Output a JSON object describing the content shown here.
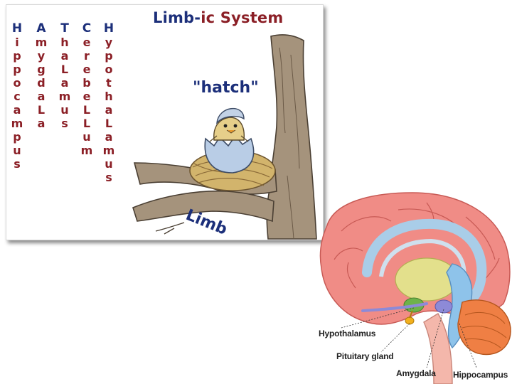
{
  "mnemonic": {
    "title_prefix": "Limb-",
    "title_suffix": "ic System",
    "hatch_label": "\"hatch\"",
    "limb_label": "Limb",
    "columns": [
      {
        "first": "H",
        "rest": [
          "i",
          "p",
          "p",
          "o",
          "c",
          "a",
          "m",
          "p",
          "u",
          "s"
        ]
      },
      {
        "first": "A",
        "rest": [
          "m",
          "y",
          "g",
          "d",
          "a",
          "L",
          "a"
        ]
      },
      {
        "first": "T",
        "rest": [
          "h",
          "a",
          "L",
          "a",
          "m",
          "u",
          "s"
        ]
      },
      {
        "first": "C",
        "rest": [
          "e",
          "r",
          "e",
          "b",
          "e",
          "L",
          "L",
          "u",
          "m"
        ]
      },
      {
        "first": "H",
        "rest": [
          "y",
          "p",
          "o",
          "t",
          "h",
          "a",
          "L",
          "a",
          "m",
          "u",
          "s"
        ]
      }
    ]
  },
  "brain": {
    "labels": {
      "hypothalamus": "Hypothalamus",
      "pituitary": "Pituitary gland",
      "amygdala": "Amygdala",
      "hippocampus": "Hippocampus"
    }
  },
  "colors": {
    "navy": "#1c2f7a",
    "maroon": "#8b1f26",
    "cortex": "#f08c86",
    "cerebellum": "#ef7f44",
    "thalamus": "#e3e08c",
    "fornix": "#a9cde8",
    "hippocampus": "#8ec3ea",
    "amygdala": "#8d8ad7",
    "hypothalamus": "#6fb24a",
    "pituitary": "#f2b01c"
  }
}
